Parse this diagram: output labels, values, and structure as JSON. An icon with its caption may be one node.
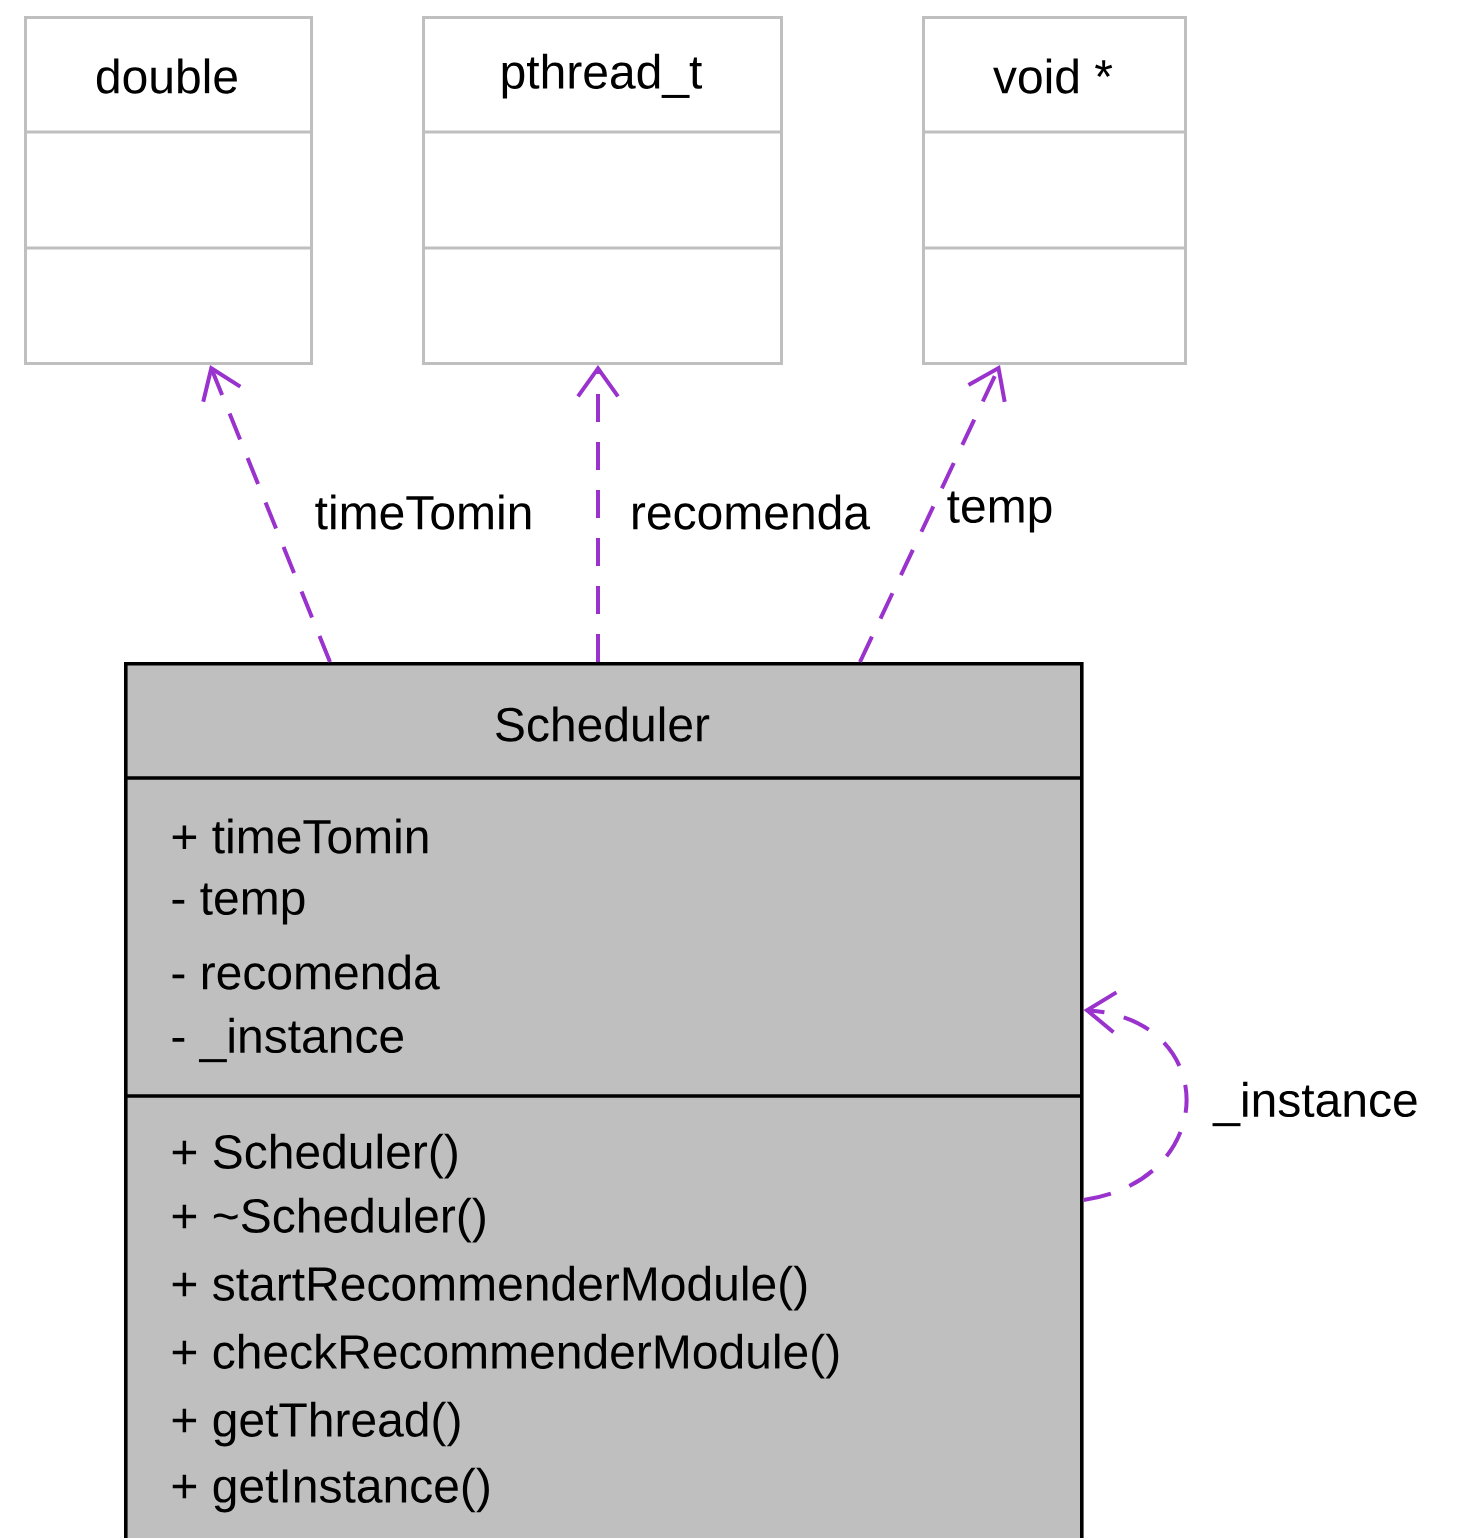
{
  "diagram": {
    "nodes": [
      {
        "text": [
          "double"
        ]
      },
      {
        "text": [
          "pthread_t"
        ]
      },
      {
        "text": [
          "void *"
        ]
      },
      {
        "text": [
          "Scheduler",
          "+ timeTomin",
          "- temp",
          "- recomenda",
          "- _instance",
          "+ Scheduler()",
          "+ ~Scheduler()",
          "+ startRecommenderModule()",
          "+ checkRecommenderModule()",
          "+ getThread()",
          "+ getInstance()"
        ]
      }
    ],
    "edges": [
      {
        "from": 3,
        "to": 0,
        "arrow": "to",
        "label": "timeTomin",
        "style": "dashed"
      },
      {
        "from": 3,
        "to": 1,
        "arrow": "to",
        "label": "recomenda",
        "style": "dashed"
      },
      {
        "from": 3,
        "to": 2,
        "arrow": "to",
        "label": "temp",
        "style": "dashed"
      },
      {
        "from": 3,
        "to": 3,
        "arrow": "to",
        "label": "_instance",
        "style": "dashed"
      }
    ]
  }
}
